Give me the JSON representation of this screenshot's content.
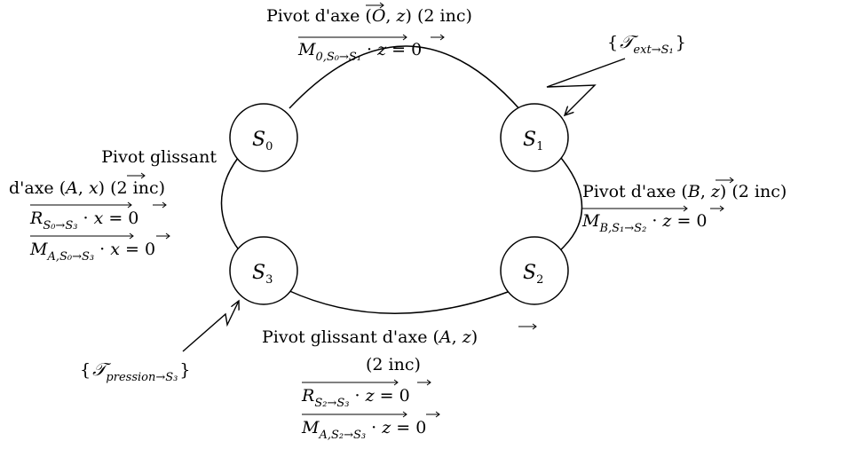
{
  "nodes": {
    "s0": {
      "base": "S",
      "sub": "0"
    },
    "s1": {
      "base": "S",
      "sub": "1"
    },
    "s2": {
      "base": "S",
      "sub": "2"
    },
    "s3": {
      "base": "S",
      "sub": "3"
    }
  },
  "links": {
    "top": {
      "title": "Pivot d'axe (O, z) (2 inc)",
      "title_parts": {
        "text": "Pivot d'axe (",
        "point": "O",
        "sep": ", ",
        "vec": "z",
        "close": ")",
        "inc": "(2 inc)"
      },
      "eq1": {
        "base": "M",
        "sub": "0,S₀→S₁",
        "op": " · ",
        "vec": "z",
        "rhs": " = 0"
      }
    },
    "right": {
      "title_parts": {
        "text": "Pivot d'axe (",
        "point": "B",
        "sep": ", ",
        "vec": "z",
        "close": ")",
        "inc": "(2 inc)"
      },
      "eq1": {
        "base": "M",
        "sub": "B,S₁→S₂",
        "op": " · ",
        "vec": "z",
        "rhs": " = 0"
      }
    },
    "left": {
      "line1": "Pivot glissant",
      "line2_parts": {
        "text": "d'axe (",
        "point": "A",
        "sep": ", ",
        "vec": "x",
        "close": ")",
        "inc": "(2 inc)"
      },
      "eq1": {
        "base": "R",
        "sub": "S₀→S₃",
        "op": " · ",
        "vec": "x",
        "rhs": " = 0"
      },
      "eq2": {
        "base": "M",
        "sub": "A,S₀→S₃",
        "op": " · ",
        "vec": "x",
        "rhs": " = 0"
      }
    },
    "bottom": {
      "line1_parts": {
        "text": "Pivot glissant d'axe (",
        "point": "A",
        "sep": ", ",
        "vec": "z",
        "close": ")"
      },
      "line2": "(2 inc)",
      "eq1": {
        "base": "R",
        "sub": "S₂→S₃",
        "op": " · ",
        "vec": "z",
        "rhs": " = 0"
      },
      "eq2": {
        "base": "M",
        "sub": "A,S₂→S₃",
        "op": " · ",
        "vec": "z",
        "rhs": " = 0"
      }
    }
  },
  "external": {
    "ext_s1": {
      "open": "{",
      "script": "𝒯",
      "sub": "ext→S₁",
      "close": "}"
    },
    "pression_s3": {
      "open": "{",
      "script": "𝒯",
      "sub": "pression→S₃",
      "close": "}"
    }
  }
}
